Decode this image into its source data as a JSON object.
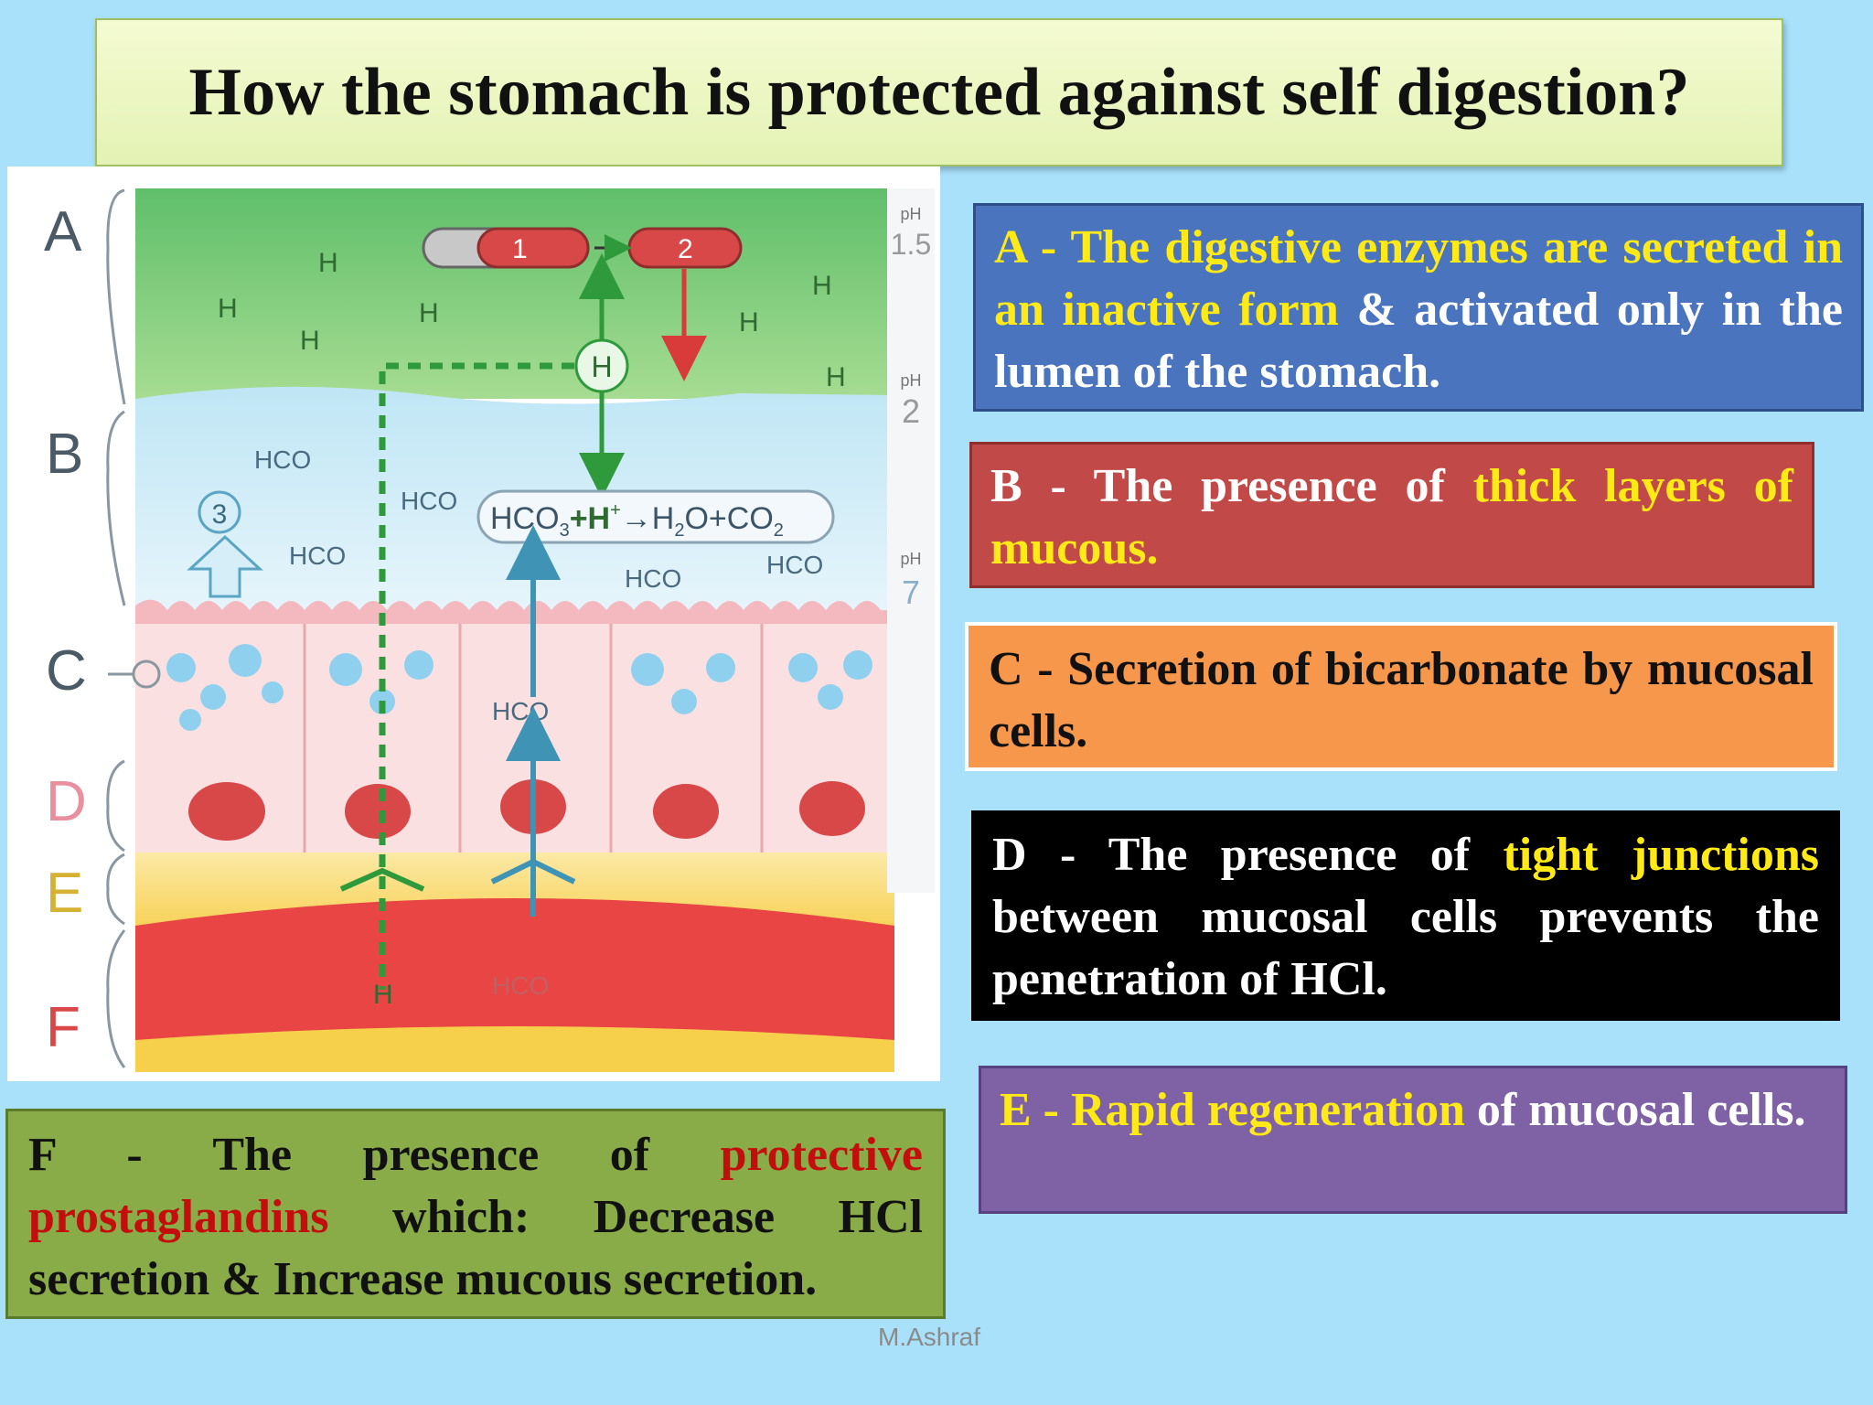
{
  "title": "How the stomach is protected against self digestion?",
  "diagram": {
    "layer_letters": [
      "A",
      "B",
      "C",
      "D",
      "E",
      "F"
    ],
    "ph_label": "pH",
    "ph_values": [
      "1.5",
      "2",
      "7"
    ],
    "step_numbers": [
      "1",
      "2",
      "3"
    ],
    "ion_h": "H",
    "ion_hco3": "HCO",
    "reaction": {
      "hco3": "HCO",
      "plus_h": "+H",
      "arrow_h2o": "→H",
      "o_co": "O+CO",
      "sub3": "3",
      "sub2": "2",
      "sup_minus": "−",
      "sup_plus": "+"
    }
  },
  "boxes": {
    "a": {
      "p1": "A - The digestive enzymes are secreted",
      "p2": " in an inactive form ",
      "p3": "& activated only",
      "p4": " in the lumen of the stomach."
    },
    "b": {
      "p1": "B - The presence of ",
      "p2": "thick layers of mucous."
    },
    "c": {
      "p1": "C - Secretion of bicarbonate by mucosal cells."
    },
    "d": {
      "p1": "D - The presence of ",
      "p2": "tight junctions",
      "p3": " between mucosal cells prevents the penetration of HCl."
    },
    "e": {
      "p1": "E - Rapid regeneration",
      "p2": " of mucosal cells."
    },
    "f": {
      "p1": "F - The presence of ",
      "p2": "protective prostaglandins",
      "p3": " which: Decrease HCl secretion & Increase mucous secretion."
    }
  },
  "footer": "M.Ashraf",
  "colors": {
    "background": "#a9e1fb",
    "highlight_yellow": "#ffe916",
    "highlight_red": "#c40d0d"
  }
}
